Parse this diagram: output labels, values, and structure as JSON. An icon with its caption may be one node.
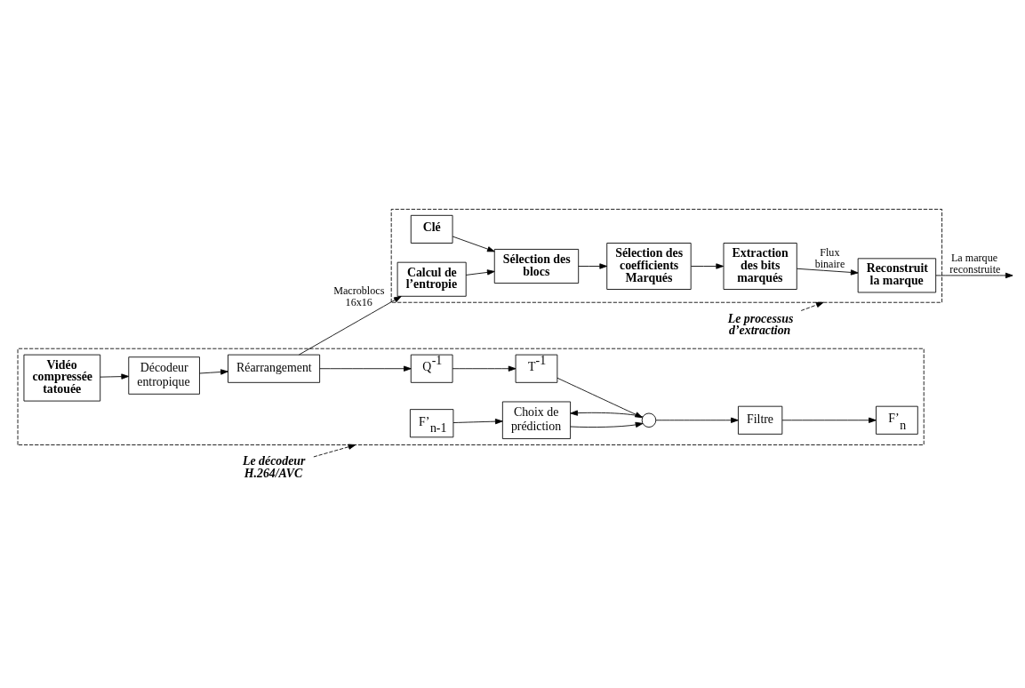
{
  "diagram": {
    "nodes": [
      {
        "text": [
          "Le processus d’extraction"
        ]
      },
      {
        "text": [],
        "shape": "box"
      },
      {
        "text": [
          "Reconstruit la marque"
        ],
        "in": 1
      },
      {
        "text": [
          "Extraction des bits marqués"
        ],
        "in": 1
      },
      {
        "text": [
          "Clé"
        ],
        "in": 1
      },
      {
        "text": [
          "Calcul de l’entropie"
        ],
        "in": 1
      },
      {
        "text": [
          "Sélection des blocs"
        ],
        "in": 1
      },
      {
        "text": [
          "Sélection des coefficients Marqués"
        ],
        "in": 1
      },
      {
        "text": [
          "Le décodeur H.264/AVC"
        ]
      },
      {
        "text": [],
        "shape": "box"
      },
      {
        "text": [
          "F’$_{n-1}$"
        ],
        "in": 9
      },
      {
        "text": [
          "Choix de prédiction"
        ],
        "in": 9
      },
      {
        "text": [
          "F’$_{n}$"
        ],
        "in": 9
      },
      {
        "text": [
          "Filtre"
        ],
        "in": 9
      },
      {
        "text": [],
        "shape": "circle",
        "in": 9
      },
      {
        "text": [
          "T$^{-1}$"
        ],
        "in": 9
      },
      {
        "text": [
          "Q$^{-1}$"
        ],
        "in": 9
      },
      {
        "text": [
          "Réarrangement"
        ],
        "in": 9
      },
      {
        "text": [
          "Vidéo compressée tatouée"
        ],
        "in": 9
      },
      {
        "text": [
          "Décodeur entropique"
        ],
        "in": 9
      }
    ],
    "edges": [
      {
        "from": 0,
        "to": 1,
        "arrow": "to",
        "style": "dashed"
      },
      {
        "from": 8,
        "to": 9,
        "arrow": "to",
        "style": "dashed"
      },
      {
        "from": 3,
        "to": 2,
        "arrow": "to",
        "label": "Flux binaire"
      },
      {
        "from": 2,
        "to": null,
        "arrow": "to",
        "label": "La marque reconstruite"
      },
      {
        "from": 4,
        "to": 6,
        "arrow": "to"
      },
      {
        "from": 5,
        "to": 6,
        "arrow": "to"
      },
      {
        "from": 6,
        "to": 7,
        "arrow": "to"
      },
      {
        "from": 7,
        "to": 3,
        "arrow": "to"
      },
      {
        "from": 17,
        "to": 5,
        "arrow": "to",
        "label": "Macroblocs 16x16"
      },
      {
        "from": 18,
        "to": 19,
        "arrow": "to"
      },
      {
        "from": 19,
        "to": 17,
        "arrow": "to"
      },
      {
        "from": 17,
        "to": 16,
        "arrow": "to"
      },
      {
        "from": 16,
        "to": 15,
        "arrow": "to"
      },
      {
        "from": 15,
        "to": 14,
        "arrow": "to"
      },
      {
        "from": 14,
        "to": 13,
        "arrow": "to"
      },
      {
        "from": 13,
        "to": 12,
        "arrow": "to"
      },
      {
        "from": 10,
        "to": 11,
        "arrow": "to"
      },
      {
        "from": 11,
        "to": 14,
        "arrow": "to"
      },
      {
        "from": 14,
        "to": 11,
        "arrow": "to"
      }
    ]
  }
}
